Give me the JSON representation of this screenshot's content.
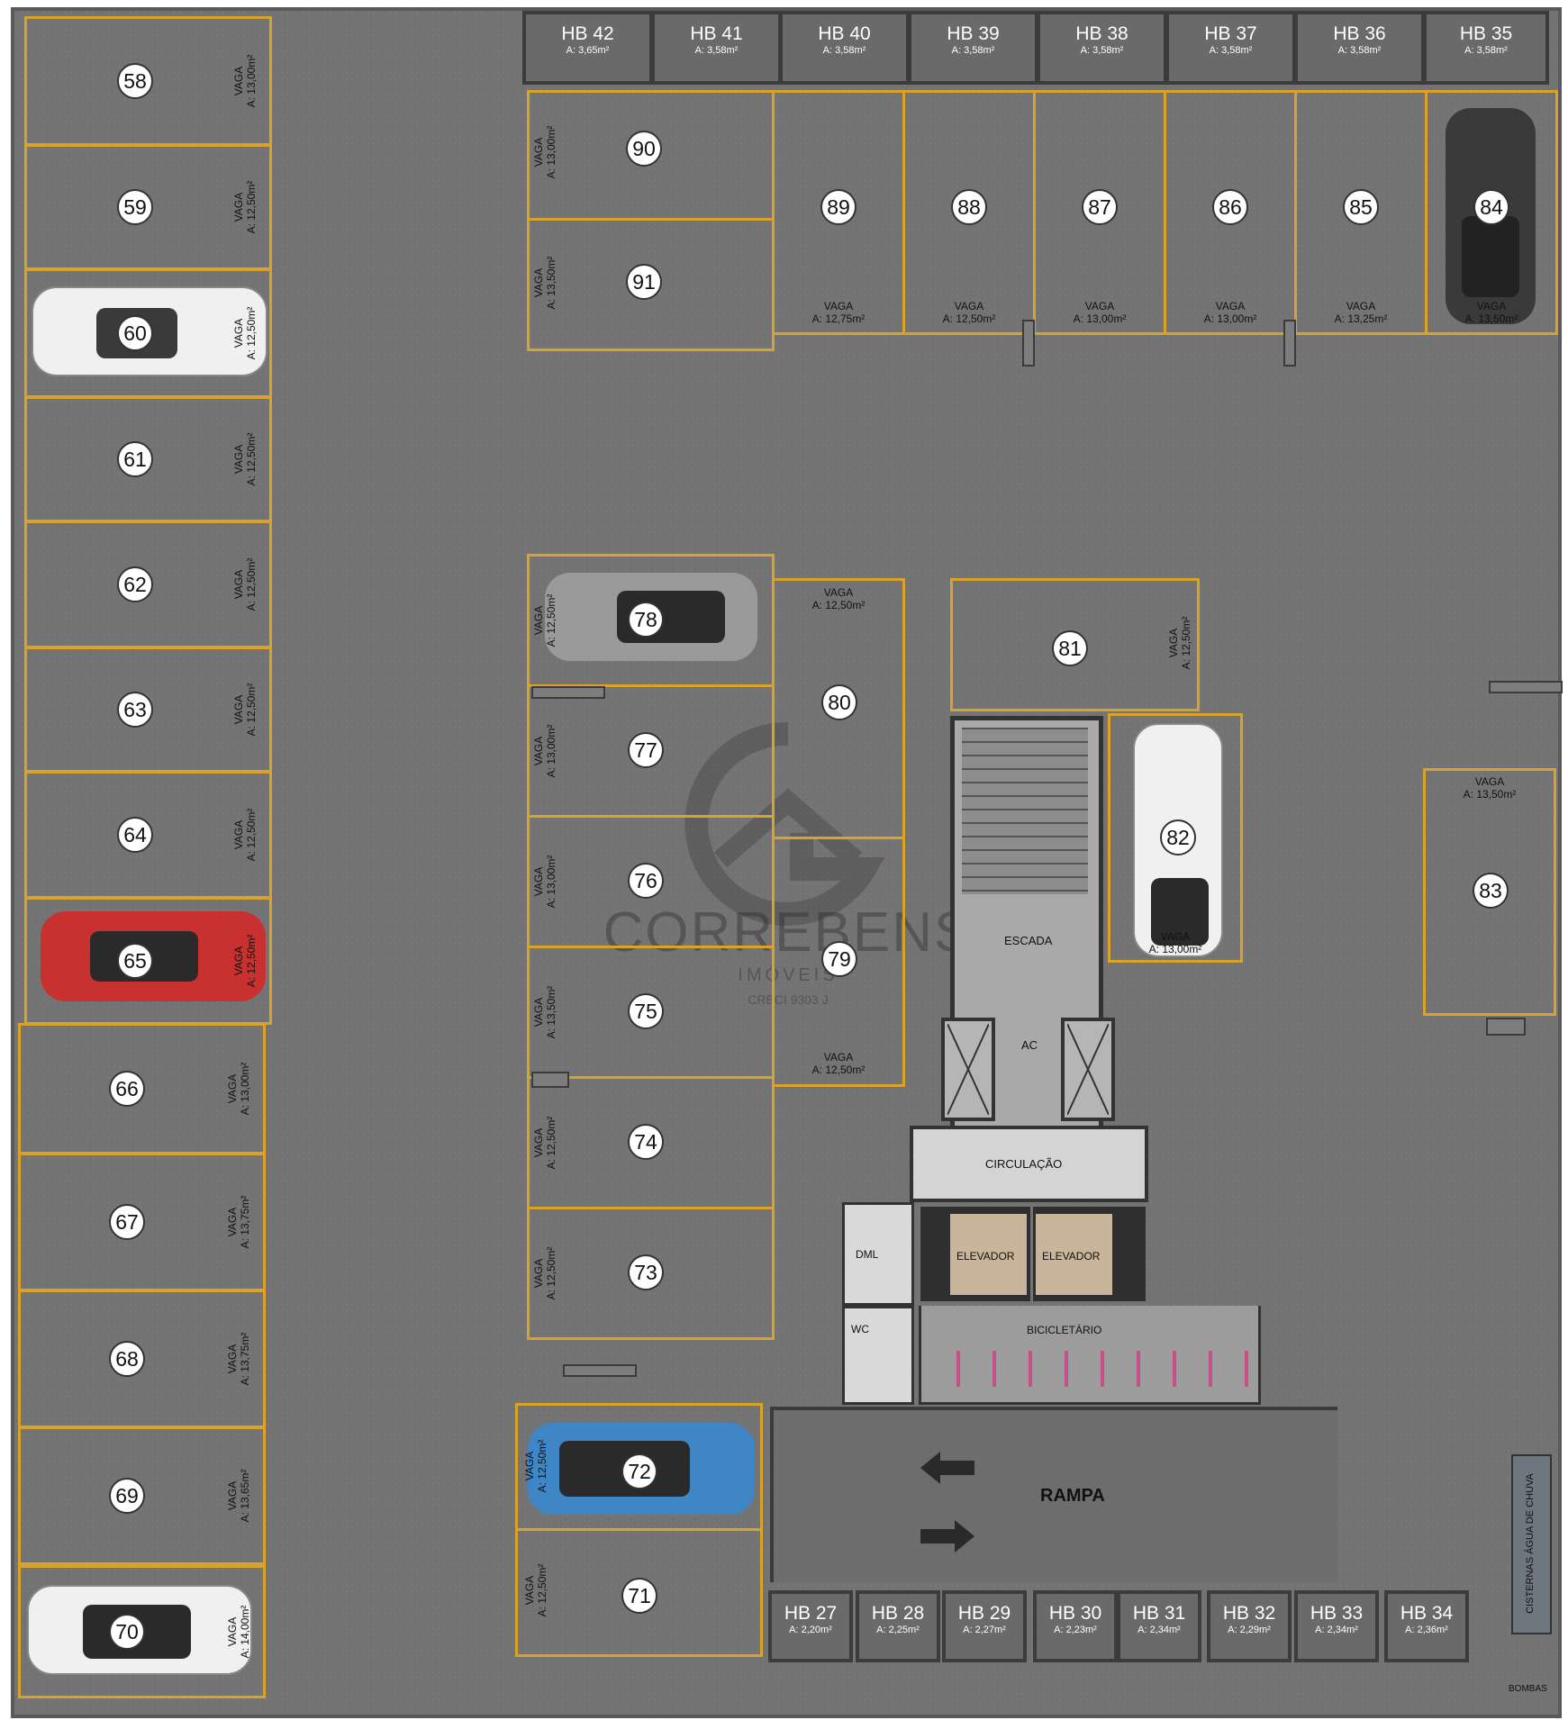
{
  "hobby_boxes_top": [
    {
      "label": "HB 42",
      "area": "A: 3,65m²"
    },
    {
      "label": "HB 41",
      "area": "A: 3,58m²"
    },
    {
      "label": "HB 40",
      "area": "A: 3,58m²"
    },
    {
      "label": "HB 39",
      "area": "A: 3,58m²"
    },
    {
      "label": "HB 38",
      "area": "A: 3,58m²"
    },
    {
      "label": "HB 37",
      "area": "A: 3,58m²"
    },
    {
      "label": "HB 36",
      "area": "A: 3,58m²"
    },
    {
      "label": "HB 35",
      "area": "A: 3,58m²"
    }
  ],
  "hobby_boxes_bottom": [
    {
      "label": "HB 27",
      "area": "A: 2,20m²"
    },
    {
      "label": "HB 28",
      "area": "A: 2,25m²"
    },
    {
      "label": "HB 29",
      "area": "A: 2,27m²"
    },
    {
      "label": "HB 30",
      "area": "A: 2,23m²"
    },
    {
      "label": "HB 31",
      "area": "A: 2,34m²"
    },
    {
      "label": "HB 32",
      "area": "A: 2,29m²"
    },
    {
      "label": "HB 33",
      "area": "A: 2,34m²"
    },
    {
      "label": "HB 34",
      "area": "A: 2,36m²"
    }
  ],
  "left_spots": [
    {
      "num": "58",
      "vaga": "VAGA",
      "area": "A: 13,00m²"
    },
    {
      "num": "59",
      "vaga": "VAGA",
      "area": "A: 12,50m²"
    },
    {
      "num": "60",
      "vaga": "VAGA",
      "area": "A: 12,50m²"
    },
    {
      "num": "61",
      "vaga": "VAGA",
      "area": "A: 12,50m²"
    },
    {
      "num": "62",
      "vaga": "VAGA",
      "area": "A: 12,50m²"
    },
    {
      "num": "63",
      "vaga": "VAGA",
      "area": "A: 12,50m²"
    },
    {
      "num": "64",
      "vaga": "VAGA",
      "area": "A: 12,50m²"
    },
    {
      "num": "65",
      "vaga": "VAGA",
      "area": "A: 12,50m²"
    },
    {
      "num": "66",
      "vaga": "VAGA",
      "area": "A: 13,00m²"
    },
    {
      "num": "67",
      "vaga": "VAGA",
      "area": "A: 13,75m²"
    },
    {
      "num": "68",
      "vaga": "VAGA",
      "area": "A: 13,75m²"
    },
    {
      "num": "69",
      "vaga": "VAGA",
      "area": "A: 13,65m²"
    },
    {
      "num": "70",
      "vaga": "VAGA",
      "area": "A: 14,00m²"
    }
  ],
  "top_spots": [
    {
      "num": "89",
      "vaga": "VAGA",
      "area": "A: 12,75m²"
    },
    {
      "num": "88",
      "vaga": "VAGA",
      "area": "A: 12,50m²"
    },
    {
      "num": "87",
      "vaga": "VAGA",
      "area": "A: 13,00m²"
    },
    {
      "num": "86",
      "vaga": "VAGA",
      "area": "A: 13,00m²"
    },
    {
      "num": "85",
      "vaga": "VAGA",
      "area": "A: 13,25m²"
    },
    {
      "num": "84",
      "vaga": "VAGA",
      "area": "A: 13,50m²"
    }
  ],
  "spot_90": {
    "num": "90",
    "vaga": "VAGA",
    "area": "A: 13,00m²"
  },
  "spot_91": {
    "num": "91",
    "vaga": "VAGA",
    "area": "A: 13,50m²"
  },
  "center_spots": [
    {
      "num": "78",
      "vaga": "VAGA",
      "area": "A: 12,50m²"
    },
    {
      "num": "77",
      "vaga": "VAGA",
      "area": "A: 13,00m²"
    },
    {
      "num": "76",
      "vaga": "VAGA",
      "area": "A: 13,00m²"
    },
    {
      "num": "75",
      "vaga": "VAGA",
      "area": "A: 13,50m²"
    },
    {
      "num": "74",
      "vaga": "VAGA",
      "area": "A: 12,50m²"
    },
    {
      "num": "73",
      "vaga": "VAGA",
      "area": "A: 12,50m²"
    }
  ],
  "spot_80": {
    "num": "80",
    "vaga": "VAGA",
    "area": "A: 12,50m²"
  },
  "spot_79": {
    "num": "79",
    "vaga": "VAGA",
    "area": "A: 12,50m²"
  },
  "spot_81": {
    "num": "81",
    "vaga": "VAGA",
    "area": "A: 12,50m²"
  },
  "spot_82": {
    "num": "82",
    "vaga": "VAGA",
    "area": "A: 13,00m²"
  },
  "spot_83": {
    "num": "83",
    "vaga": "VAGA",
    "area": "A: 13,50m²"
  },
  "spot_72": {
    "num": "72",
    "vaga": "VAGA",
    "area": "A: 12,50m²"
  },
  "spot_71": {
    "num": "71",
    "vaga": "VAGA",
    "area": "A: 12,50m²"
  },
  "rooms": {
    "escada": "ESCADA",
    "ac": "AC",
    "circulacao": "CIRCULAÇÃO",
    "elevador1": "ELEVADOR",
    "elevador2": "ELEVADOR",
    "dml": "DML",
    "wc": "WC",
    "bicicletario": "BICICLETÁRIO",
    "rampa": "RAMPA",
    "cisternas": "CISTERNAS ÁGUA DE CHUVA",
    "bombas": "BOMBAS"
  },
  "watermark": {
    "brand": "CORREBENS",
    "sub": "IMÓVEIS",
    "creci": "CRECI 9303 J"
  },
  "colors": {
    "floor": "#737373",
    "stall_line": "#d9a22a",
    "car_white": "#f0f0f0",
    "car_red": "#c8312f",
    "car_blue": "#3f86c6",
    "car_gray": "#9a9a9a",
    "car_dark": "#3a3a3a"
  }
}
